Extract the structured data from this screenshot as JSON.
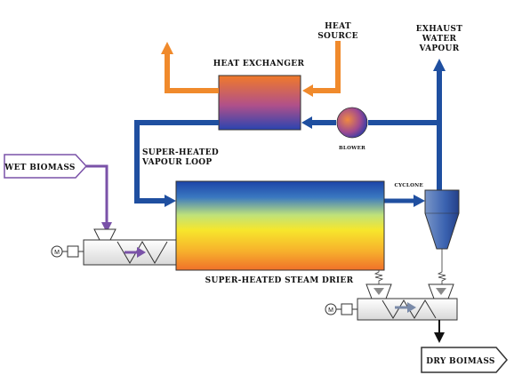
{
  "labels": {
    "heat_source_line1": "HEAT",
    "heat_source_line2": "SOURCE",
    "heat_exchanger": "HEAT EXCHANGER",
    "exhaust_line1": "EXHAUST",
    "exhaust_line2": "WATER",
    "exhaust_line3": "VAPOUR",
    "blower": "BLOWER",
    "loop_line1": "SUPER-HEATED",
    "loop_line2": "VAPOUR LOOP",
    "wet_biomass": "WET BIOMASS",
    "cyclone": "CYCLONE",
    "drier": "SUPER-HEATED STEAM DRIER",
    "dry_biomass": "DRY BOIMASS",
    "motor_symbol": "M"
  },
  "colors": {
    "steam_blue": "#1f4fa0",
    "heat_orange": "#f08a2c",
    "biomass_purple": "#7a52a8",
    "drier_top": "#1c44a8",
    "drier_mid": "#f7e62c",
    "drier_bottom": "#f07a24"
  }
}
